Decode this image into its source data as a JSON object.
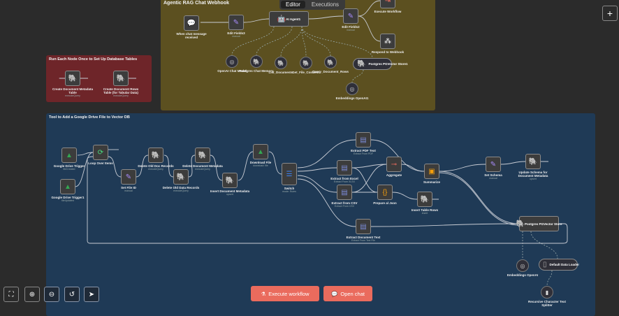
{
  "tabs": [
    "Editor",
    "Executions"
  ],
  "stickies": {
    "agent": "Agentic RAG Chat Webhook",
    "setup": "Run Each Node Once to Set Up Database Tables",
    "tool": "Tool to Add a Google Drive File to Vector DB"
  },
  "nodes": {
    "chat_trigger": "When chat message received",
    "edit_fields3": {
      "label": "Edit Fields3",
      "sub": "manual"
    },
    "ai_agent": "AI Agent1",
    "edit_fields2": {
      "label": "Edit Fields2",
      "sub": "manual"
    },
    "execute_workflow": "Execute Workflow",
    "respond_webhook": "Respond to Webhook",
    "openai_chat": "OpenAI Chat Model",
    "pg_memory": "Postgres Chat Memory",
    "list_docs": "List_Documents",
    "get_file": "Get_File_Contents",
    "query_rows": "Query_Document_Rows",
    "pgvector_tool": "Postgres PGVector Store1",
    "embeddings1": "Embeddings OpenAI1",
    "create_meta": {
      "label": "Create Document Metadata Table",
      "sub": "executeQuery"
    },
    "create_rows": {
      "label": "Create Document Rows Table (for Tabular Data)",
      "sub": "executeQuery"
    },
    "gdrive_trigger": {
      "label": "Google Drive Trigger",
      "sub": "fileCreated"
    },
    "gdrive_trigger1": {
      "label": "Google Drive Trigger1",
      "sub": "fileUpdated"
    },
    "loop": "Loop Over Items",
    "set_file_id": {
      "label": "Set File ID",
      "sub": "manual"
    },
    "del_doc": {
      "label": "Delete Old Doc Records",
      "sub": "executeQuery"
    },
    "del_data": {
      "label": "Delete Old Data Records",
      "sub": "executeQuery"
    },
    "del_meta": {
      "label": "Delete Document Metadata",
      "sub": "executeQuery"
    },
    "insert_meta": {
      "label": "Insert Document Metadata",
      "sub": "upsert"
    },
    "download": {
      "label": "Download File",
      "sub": "download: file"
    },
    "switch": {
      "label": "Switch",
      "sub": "mode: Rules"
    },
    "pdf": {
      "label": "Extract PDF Text",
      "sub": "Extract From PDF"
    },
    "excel": {
      "label": "Extract from Excel",
      "sub": "Extract From XLSX"
    },
    "csv": {
      "label": "Extract from CSV",
      "sub": "Extract From CSV"
    },
    "aggregate": "Aggregate",
    "summarize": "Summarize",
    "prepare_json": "Prepare al Json",
    "insert_rows": {
      "label": "Insert Table Rows",
      "sub": "insert"
    },
    "set_schema": {
      "label": "Set Schema",
      "sub": "manual"
    },
    "update_schema": {
      "label": "Update Schema for Document Metadata",
      "sub": "upsert"
    },
    "doc_text": {
      "label": "Extract Document Text",
      "sub": "Extract From Text File"
    },
    "pgvector": "Postgres PGVector Store",
    "embeddings": "Embeddings OpenAI",
    "data_loader": "Default Data Loader",
    "splitter": "Recursive Character Text Splitter"
  },
  "controls": {
    "execute": "Execute workflow",
    "chat": "Open chat"
  },
  "colors": {
    "accent": "#ea6b5d",
    "canvas": "#2b2b2b",
    "sticky_yellow": "#5c5020",
    "sticky_red": "#6e2529",
    "sticky_blue": "#1f3a56"
  }
}
